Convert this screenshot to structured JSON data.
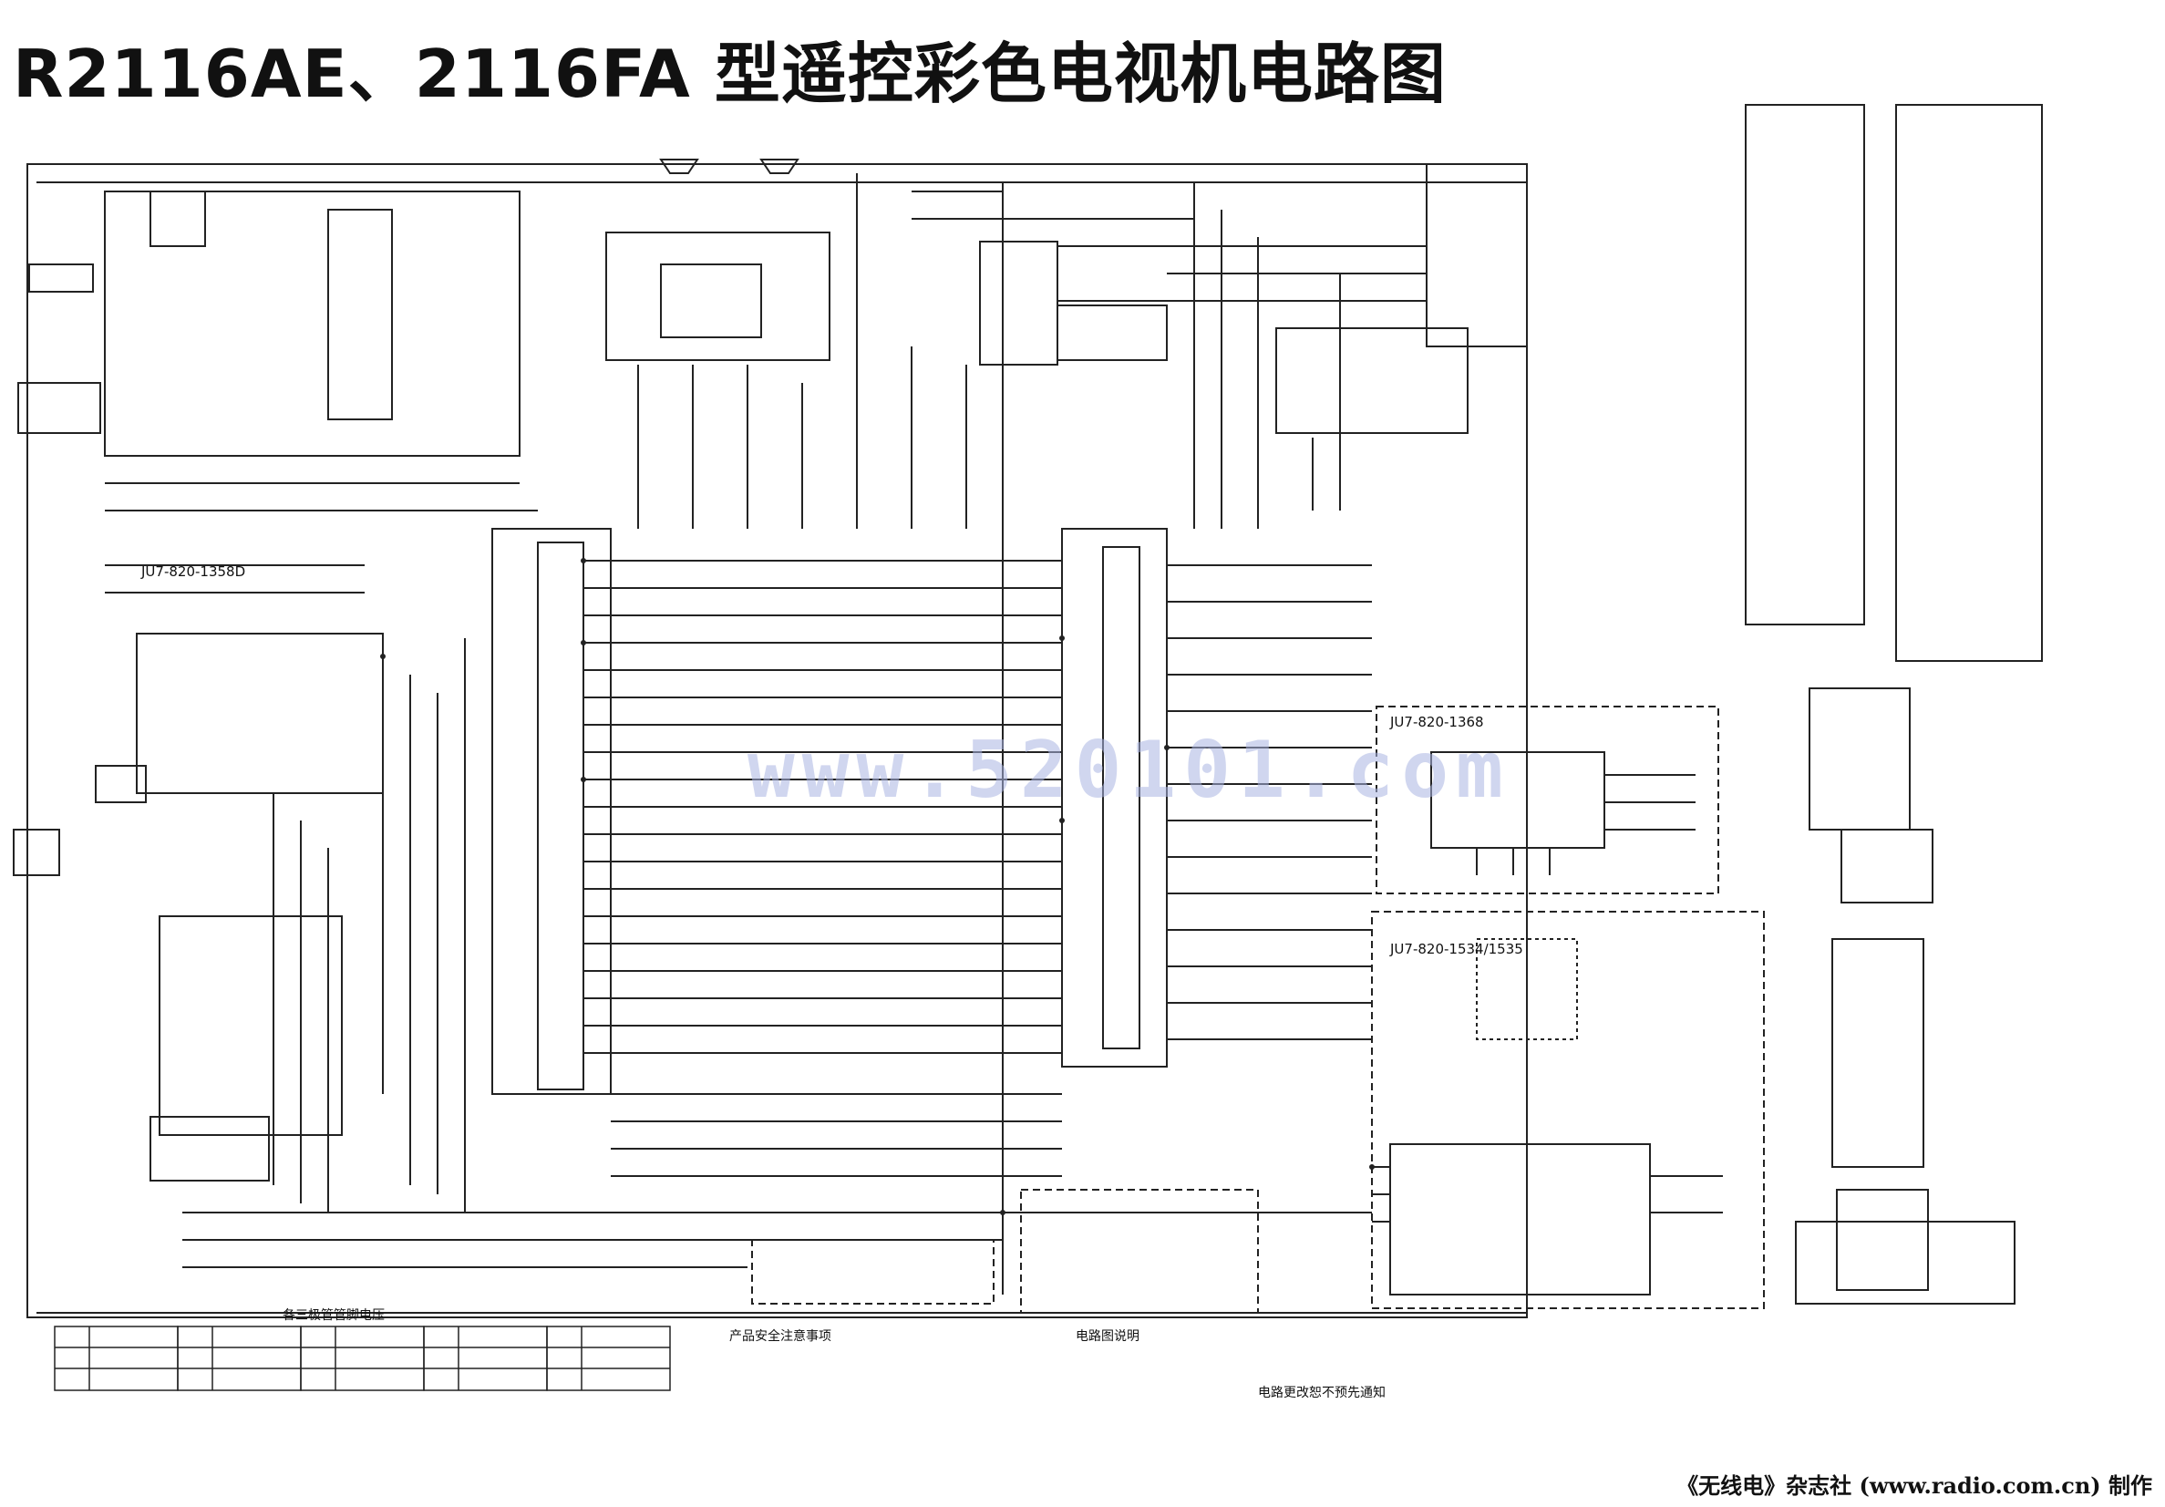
{
  "title": "R2116AE、2116FA 型遥控彩色电视机电路图",
  "watermark": "www.520101.com",
  "footer": "《无线电》杂志社 (www.radio.com.cn) 制作",
  "modules": {
    "m1": "JU7-820-1358D",
    "m2": "JU7-820-1368",
    "m3": "JU7-820-1534/1535"
  },
  "table_caption": "各三极管管脚电压",
  "notes": {
    "safety_title": "产品安全注意事项",
    "legend_title": "电路图说明",
    "change_note": "电路更改恕不预先通知"
  },
  "colors": {
    "ink": "#222222",
    "watermark": "#aab4e1"
  }
}
